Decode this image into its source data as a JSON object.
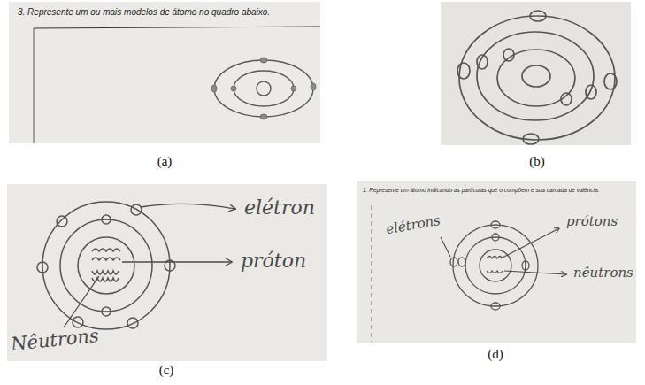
{
  "diagram": {
    "labels": [
      "3. Represente um ou mais modelos de átomo no quadro abaixo.",
      "(a)",
      "(b)",
      "elétron",
      "próton",
      "Nêutrons",
      "(c)",
      "1. Represente um átomo indicando as partículas que o compõem e sua camada de valência.",
      "elétrons",
      "prótons",
      "nêutrons",
      "(d)"
    ]
  }
}
